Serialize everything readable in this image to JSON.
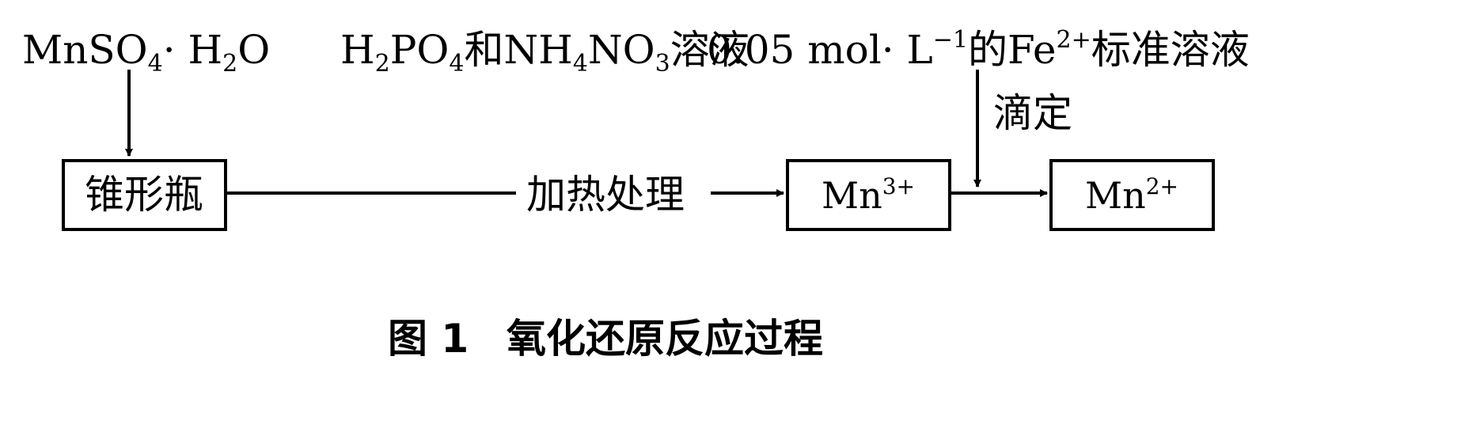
{
  "reagents": {
    "mnso4": {
      "p1": "MnSO",
      "s1": "4",
      "p2": "· H",
      "s2": "2",
      "p3": "O"
    },
    "acid": {
      "p1": "H",
      "s1": "2",
      "p2": "PO",
      "s2": "4",
      "p3": "和NH",
      "s3": "4",
      "p4": "NO",
      "s4": "3",
      "p5": "溶液"
    },
    "fe": {
      "p1": "0.05 mol· L",
      "sup1": "−1",
      "p2": "的Fe",
      "sup2": "2+",
      "p3": "标准溶液"
    }
  },
  "nodes": {
    "flask": {
      "label": "锥形瓶"
    },
    "mn3": {
      "base": "Mn",
      "charge": "3+"
    },
    "mn2": {
      "base": "Mn",
      "charge": "2+"
    }
  },
  "edges": {
    "heat": {
      "label": "加热处理"
    },
    "titrate": {
      "label": "滴定"
    }
  },
  "caption": {
    "number": "图 1",
    "title": "氧化还原反应过程"
  }
}
